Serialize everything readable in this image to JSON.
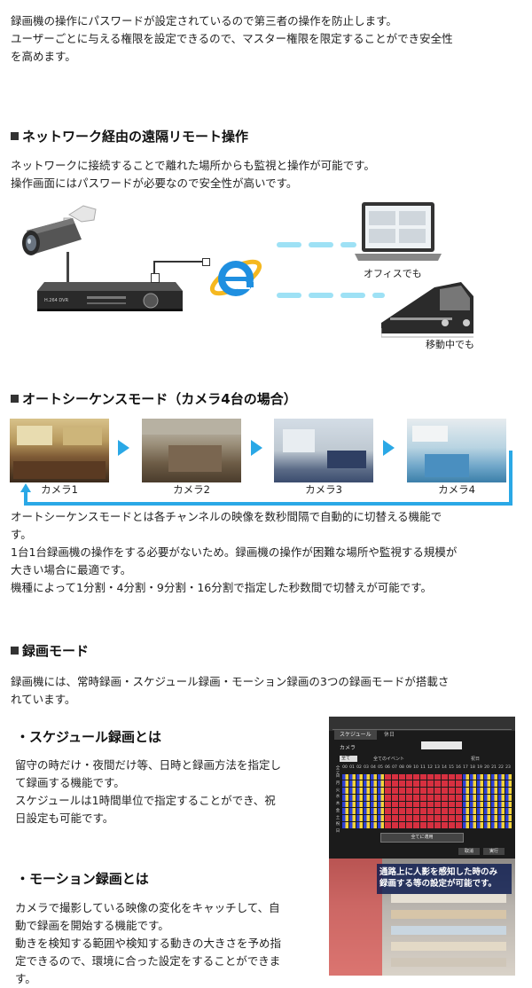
{
  "intro": {
    "lines": [
      "録画機の操作にパスワードが設定されているので第三者の操作を防止します。",
      "ユーザーごとに与える権限を設定できるので、マスター権限を限定することができ安全性",
      "を高めます。"
    ]
  },
  "remote": {
    "heading": "ネットワーク経由の遠隔リモート操作",
    "lines": [
      "ネットワークに接続することで離れた場所からも監視と操作が可能です。",
      "操作画面にはパスワードが必要なので安全性が高いです。"
    ],
    "dvr_label": "H.264 DVR",
    "office_label": "オフィスでも",
    "moving_label": "移動中でも"
  },
  "sequence": {
    "heading": "オートシーケンスモード（カメラ4台の場合）",
    "cameras": [
      "カメラ1",
      "カメラ2",
      "カメラ3",
      "カメラ4"
    ],
    "lines": [
      "オートシーケンスモードとは各チャンネルの映像を数秒間隔で自動的に切替える機能で",
      "す。",
      "1台1台録画機の操作をする必要がないため。録画機の操作が困難な場所や監視する規模が",
      "大きい場合に最適です。",
      "機種によって1分割・4分割・9分割・16分割で指定した秒数間で切替えが可能です。"
    ]
  },
  "rec": {
    "heading": "録画モード",
    "lines": [
      "録画機には、常時録画・スケジュール録画・モーション録画の3つの録画モードが搭載さ",
      "れています。"
    ],
    "schedule": {
      "heading": "・スケジュール録画とは",
      "lines": [
        "留守の時だけ・夜間だけ等、日時と録画方法を指定し",
        "て録画する機能です。",
        "スケジュールは1時間単位で指定することができ、祝",
        "日設定も可能です。"
      ]
    },
    "motion": {
      "heading": "・モーション録画とは",
      "lines": [
        "カメラで撮影している映像の変化をキャッチして、自",
        "動で録画を開始する機能です。",
        "動きを検知する範囲や検知する動きの大きさを予め指",
        "定できるので、環境に合った設定をすることができま",
        "す。"
      ]
    }
  },
  "schedule_ui": {
    "tabs": [
      "スケジュール",
      "休日"
    ],
    "camera_label": "カメラ",
    "all_label": "全て",
    "events_label": "全てのイベント",
    "holiday_label": "祝日",
    "hours": [
      "全て",
      "00",
      "01",
      "02",
      "03",
      "04",
      "05",
      "06",
      "07",
      "08",
      "09",
      "10",
      "11",
      "12",
      "13",
      "14",
      "15",
      "16",
      "17",
      "18",
      "19",
      "20",
      "21",
      "22",
      "23"
    ],
    "days": [
      "日",
      "月",
      "火",
      "水",
      "木",
      "金",
      "土",
      "祝日"
    ],
    "apply_all_label": "全てに適用",
    "cancel_label": "取消",
    "execute_label": "実行"
  },
  "motion_ui": {
    "caption_lines": [
      "通路上に人影を感知した時のみ",
      "録画する等の設定が可能です。"
    ]
  },
  "colors": {
    "accent": "#2aa8e6",
    "dash": "#9ee1f5",
    "rec_blue": "#2d3fd6",
    "rec_yellow": "#f5d33a",
    "rec_red": "#d73040"
  }
}
